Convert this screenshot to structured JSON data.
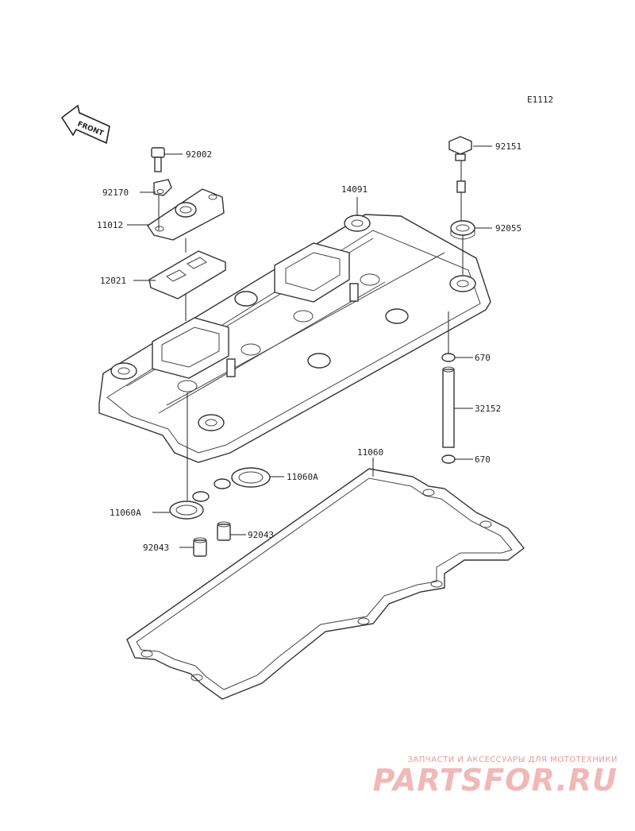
{
  "diagram_code": "E1112",
  "front_label": "FRONT",
  "parts": {
    "p92002": "92002",
    "p92170": "92170",
    "p11012": "11012",
    "p12021": "12021",
    "p14091": "14091",
    "p92151": "92151",
    "p92055": "92055",
    "p670a": "670",
    "p32152": "32152",
    "p670b": "670",
    "p11060": "11060",
    "p11060a_right": "11060A",
    "p11060a_left": "11060A",
    "p92043_right": "92043",
    "p92043_left": "92043"
  },
  "watermark": {
    "tagline": "ЗАПЧАСТИ И АКСЕССУАРЫ ДЛЯ МОТОТЕХНИКИ",
    "brand": "PARTSFOR.RU"
  },
  "colors": {
    "line": "#333333",
    "watermark": "#e79a9a"
  }
}
